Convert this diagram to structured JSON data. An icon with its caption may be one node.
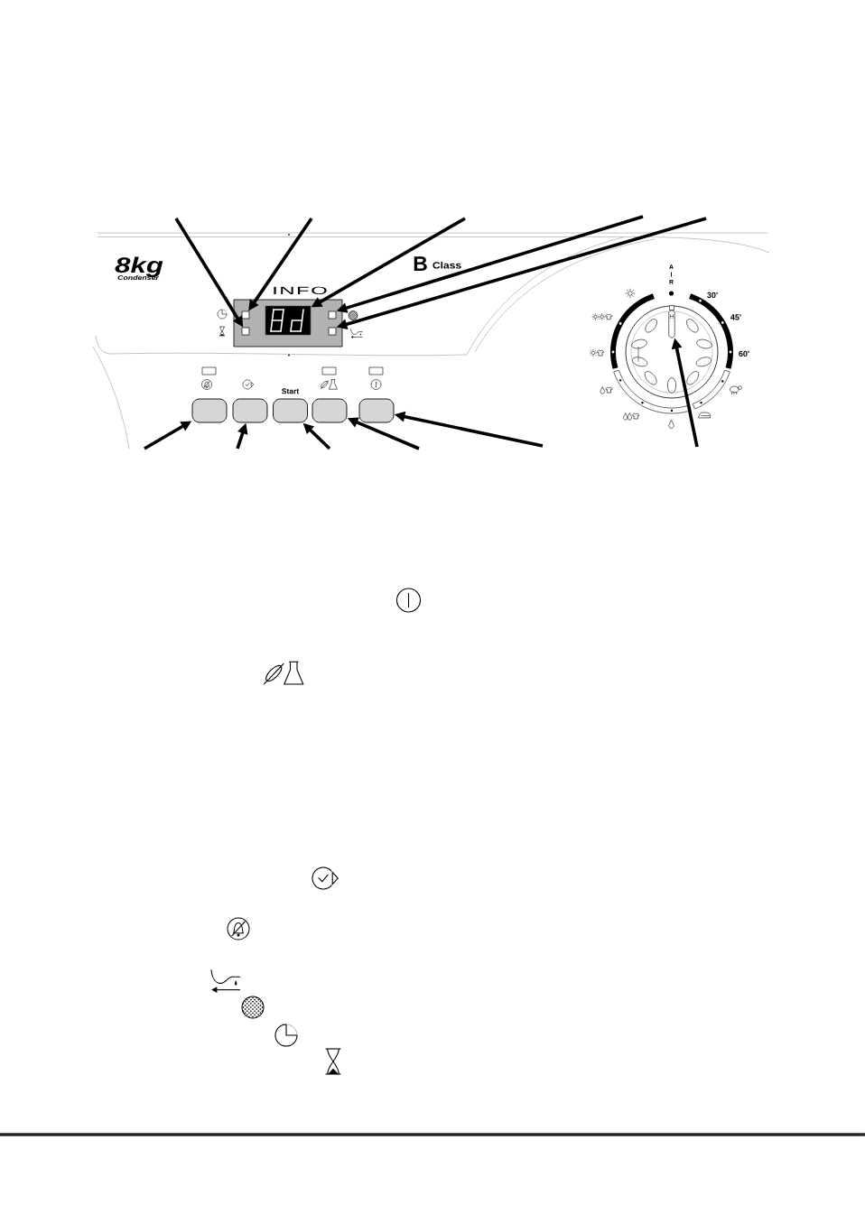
{
  "diagram": {
    "nodes": [
      {
        "text": [],
        "shape": "box"
      },
      {
        "text": [],
        "shape": "box"
      },
      {
        "text": [],
        "shape": "box"
      },
      {
        "text": [],
        "shape": "box"
      },
      {
        "text": [],
        "shape": "box"
      },
      {
        "text": [],
        "shape": "box"
      },
      {
        "text": [],
        "shape": "box"
      },
      {
        "text": [
          "Start"
        ]
      },
      {
        "text": [],
        "shape": "box"
      },
      {
        "text": [],
        "shape": "box"
      },
      {
        "text": [],
        "shape": "bar"
      }
    ],
    "edges": [
      {
        "from": null,
        "to": 1,
        "arrow": "to"
      },
      {
        "from": null,
        "to": 0,
        "arrow": "to"
      },
      {
        "from": null,
        "to": 2,
        "arrow": "to"
      },
      {
        "from": null,
        "to": 3,
        "arrow": "to"
      },
      {
        "from": null,
        "to": 4,
        "arrow": "to"
      },
      {
        "from": null,
        "to": 5,
        "arrow": "to"
      },
      {
        "from": null,
        "to": 6,
        "arrow": "to"
      },
      {
        "from": null,
        "to": 7,
        "arrow": "to"
      },
      {
        "from": null,
        "to": 8,
        "arrow": "to"
      },
      {
        "from": null,
        "to": 9,
        "arrow": "to"
      },
      {
        "from": null,
        "to": 10,
        "arrow": "to"
      }
    ],
    "labels": [
      "8kg",
      "Condenser",
      "INFO",
      "B",
      "Class",
      "AIR",
      "30'",
      "45'",
      "60'"
    ]
  }
}
